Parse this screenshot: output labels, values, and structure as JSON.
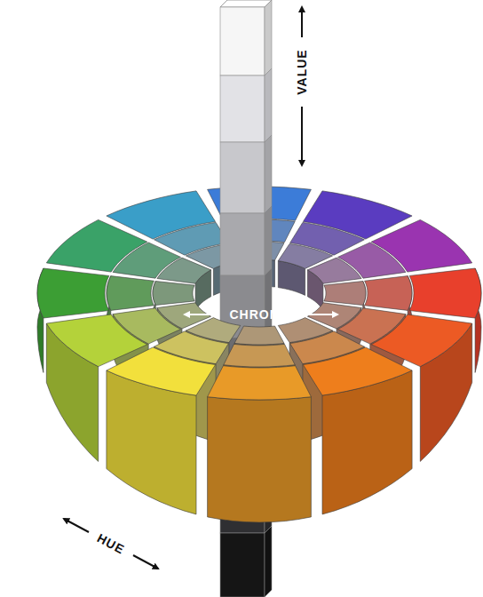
{
  "diagram": {
    "labels": [
      "VALUE",
      "CHROMA",
      "HUE"
    ]
  }
}
